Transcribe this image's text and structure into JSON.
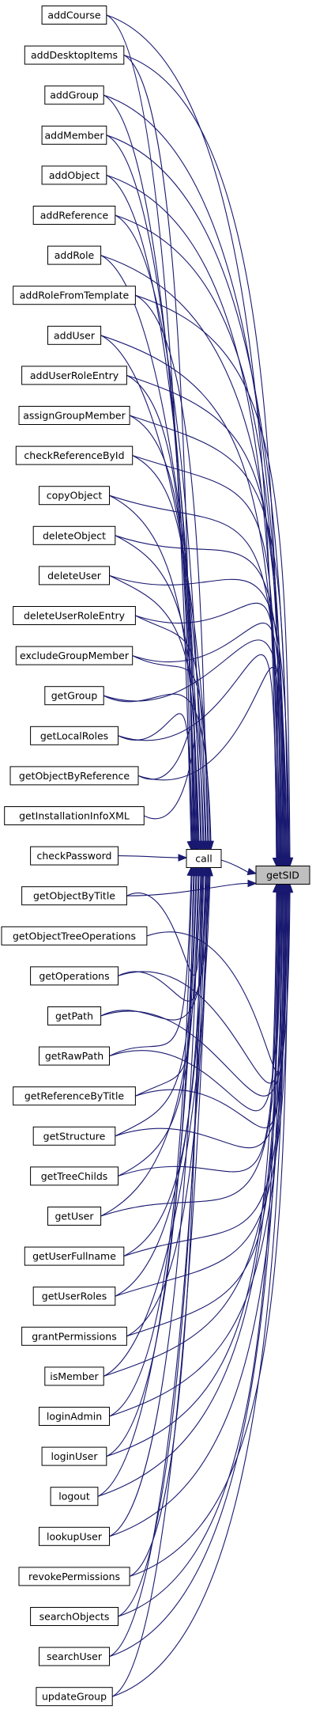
{
  "graph": {
    "target": "getSID",
    "hub": "call",
    "callers": [
      "addCourse",
      "addDesktopItems",
      "addGroup",
      "addMember",
      "addObject",
      "addReference",
      "addRole",
      "addRoleFromTemplate",
      "addUser",
      "addUserRoleEntry",
      "assignGroupMember",
      "checkReferenceById",
      "copyObject",
      "deleteObject",
      "deleteUser",
      "deleteUserRoleEntry",
      "excludeGroupMember",
      "getGroup",
      "getLocalRoles",
      "getObjectByReference",
      "getInstallationInfoXML",
      "checkPassword",
      "getObjectByTitle",
      "getObjectTreeOperations",
      "getOperations",
      "getPath",
      "getRawPath",
      "getReferenceByTitle",
      "getStructure",
      "getTreeChilds",
      "getUser",
      "getUserFullname",
      "getUserRoles",
      "grantPermissions",
      "isMember",
      "loginAdmin",
      "loginUser",
      "logout",
      "lookupUser",
      "revokePermissions",
      "searchObjects",
      "searchUser",
      "updateGroup"
    ],
    "hub_only": [
      "getInstallationInfoXML",
      "checkPassword"
    ],
    "target_only": [
      "getObjectTreeOperations"
    ],
    "colors": {
      "edge": "#191970",
      "focus_fill": "#bfbfbf",
      "node_border": "#000000"
    }
  }
}
